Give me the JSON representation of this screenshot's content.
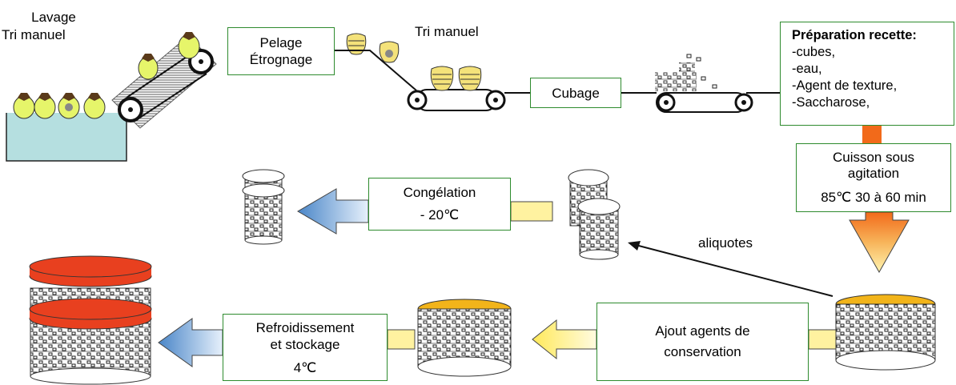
{
  "labels": {
    "washing": "Lavage",
    "sorting_left": "Tri manuel",
    "sorting_top": "Tri manuel",
    "aliquots": "aliquotes"
  },
  "steps": {
    "peeling": [
      "Pelage",
      "Étrognage"
    ],
    "dicing": "Cubage",
    "cooking": [
      "Cuisson sous",
      "agitation",
      "85℃ 30 à 60 min"
    ],
    "freezing": [
      "Congélation",
      "- 20℃"
    ],
    "preservatives": [
      "Ajout agents de",
      "conservation"
    ],
    "cooling": [
      "Refroidissement",
      "et stockage",
      "4℃"
    ]
  },
  "recipe": {
    "title": "Préparation recette",
    "colon": ":",
    "items": [
      "-cubes,",
      "-eau,",
      "-Agent de texture,",
      "-Saccharose,"
    ]
  },
  "colors": {
    "box_border": "#2e8b2e",
    "apple": "#e6f56a",
    "water": "#b5dfe0",
    "lid": "#e8401f",
    "compote": "#f2b41a",
    "arrow_blue": "#5b9bd5",
    "arrow_yellow": "#fff2a0",
    "arrow_orange": "#f27a1a"
  }
}
